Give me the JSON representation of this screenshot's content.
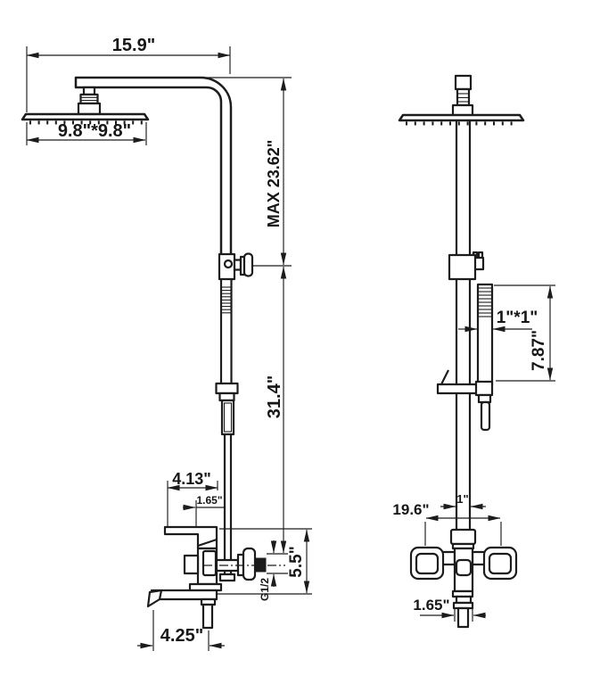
{
  "drawing": {
    "front_view": {
      "arm_length": "15.9\"",
      "head_size": "9.8\"*9.8\"",
      "upper_height": "MAX 23.62\"",
      "lower_height": "31.4\"",
      "handle_width": "4.13\"",
      "handle_offset": "1.65\"",
      "valve_height": "5.5\"",
      "outlet_thread": "G1/2",
      "spout_reach": "4.25\""
    },
    "side_view": {
      "hand_shower_size": "1\"*1\"",
      "hand_shower_length": "7.87\"",
      "pipe_diameter": "1\"",
      "mount_span": "19.6\"",
      "outlet_width": "1.65\""
    },
    "colors": {
      "line": "#1c1c1c",
      "background": "#ffffff"
    }
  }
}
